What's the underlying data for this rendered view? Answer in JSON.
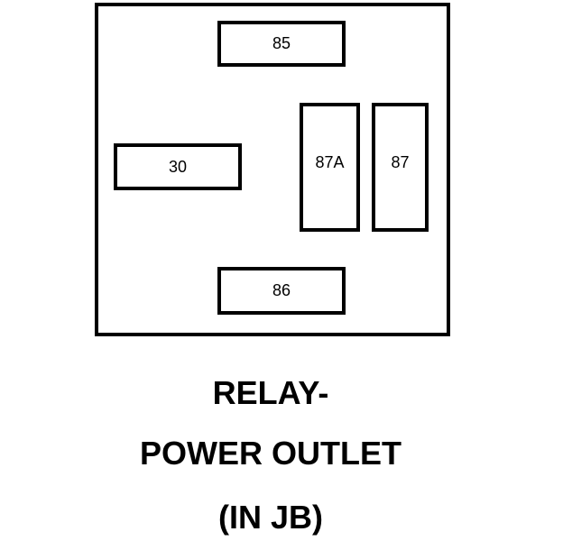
{
  "diagram": {
    "terminals": {
      "t85": "85",
      "t30": "30",
      "t87a": "87A",
      "t87": "87",
      "t86": "86"
    },
    "caption": {
      "line1": "RELAY-",
      "line2": "POWER OUTLET",
      "line3": "(IN JB)"
    }
  }
}
